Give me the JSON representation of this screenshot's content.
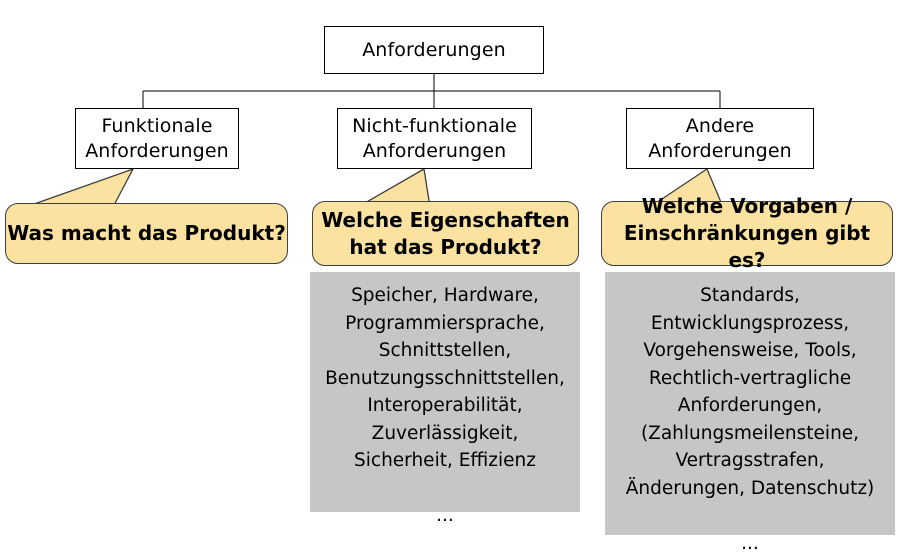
{
  "diagram": {
    "title": "Anforderungen",
    "root": {
      "label": "Anforderungen"
    },
    "branches": [
      {
        "id": "funktionale",
        "label": "Funktionale\nAnforderungen",
        "callout": "Was macht das Produkt?",
        "details": null
      },
      {
        "id": "nicht-funktionale",
        "label": "Nicht-funktionale\nAnforderungen",
        "callout": "Welche Eigenschaften\nhat das Produkt?",
        "details": "Speicher, Hardware,\nProgrammiersprache,\nSchnittstellen,\nBenutzungsschnittstellen,\nInteroperabilität,\nZuverlässigkeit,\nSicherheit, Effizienz\n\n..."
      },
      {
        "id": "andere",
        "label": "Andere\nAnforderungen",
        "callout": "Welche Vorgaben /\nEinschränkungen gibt es?",
        "details": "Standards,\nEntwicklungsprozess,\nVorgehensweise, Tools,\nRechtlich-vertragliche\nAnforderungen,\n(Zahlungsmeilensteine,\nVertragsstrafen,\nÄnderungen, Datenschutz)\n\n..."
      }
    ],
    "colors": {
      "callout_fill": "#fbe2a0",
      "callout_stroke": "#3f3f3f",
      "detail_fill": "#c6c6c6",
      "node_stroke": "#000000",
      "background": "#ffffff",
      "text": "#000000"
    }
  }
}
